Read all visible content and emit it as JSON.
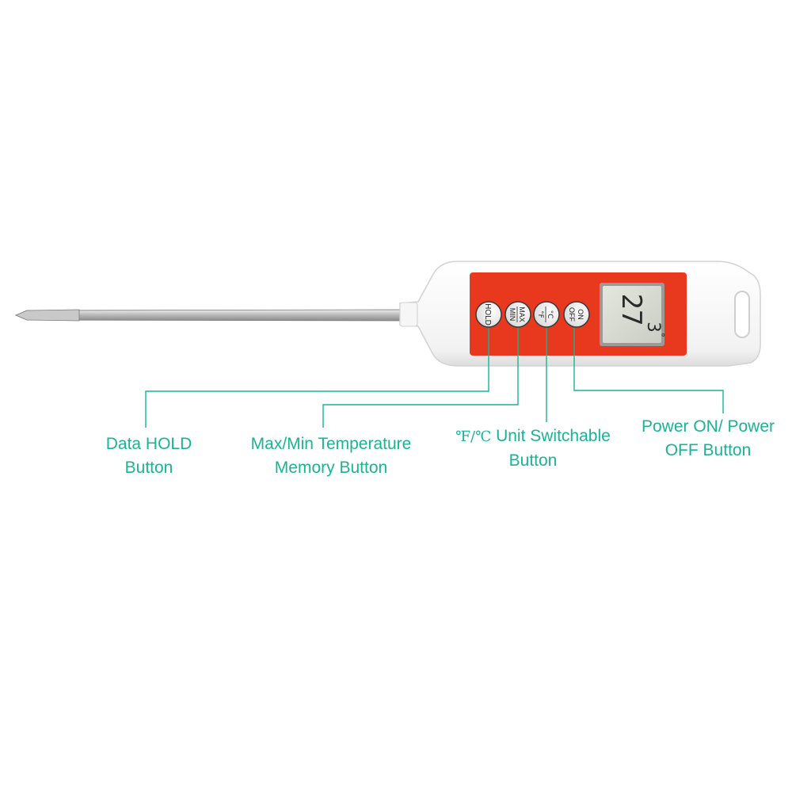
{
  "device": {
    "buttons": {
      "hold": "HOLD",
      "max": "MAX",
      "min": "MIN",
      "celsius": "°C",
      "fahrenheit": "°F",
      "on": "ON",
      "off": "OFF"
    },
    "display": {
      "reading_top": "27",
      "reading_bottom": "3",
      "unit": "°",
      "value": 27.3
    }
  },
  "callouts": {
    "hold": {
      "line1": "Data HOLD",
      "line2": "Button"
    },
    "maxmin": {
      "line1": "Max/Min Temperature",
      "line2": "Memory Button"
    },
    "unit": {
      "symbols": "℉/℃",
      "line1_rest": " Unit Switchable",
      "line2": "Button"
    },
    "power": {
      "line1": "Power ON/ Power",
      "line2": "OFF Button"
    }
  },
  "colors": {
    "accent": "#1ab394",
    "panel": "#e8391f",
    "body": "#ffffff",
    "lcd": "#d8dcd2"
  }
}
